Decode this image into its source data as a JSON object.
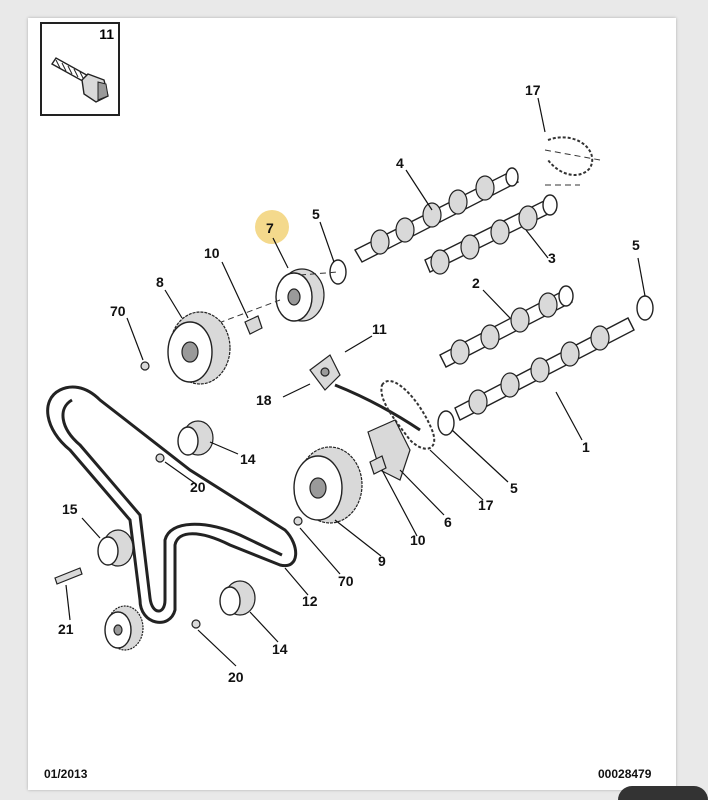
{
  "footer": {
    "date": "01/2013",
    "reference": "00028479"
  },
  "inset": {
    "label": "11"
  },
  "highlight_color": "#f4d98c",
  "labels": [
    "17",
    "4",
    "5",
    "7",
    "3",
    "10",
    "5",
    "8",
    "2",
    "70",
    "11",
    "18",
    "1",
    "14",
    "20",
    "5",
    "17",
    "15",
    "6",
    "10",
    "9",
    "70",
    "12",
    "21",
    "14",
    "20"
  ]
}
